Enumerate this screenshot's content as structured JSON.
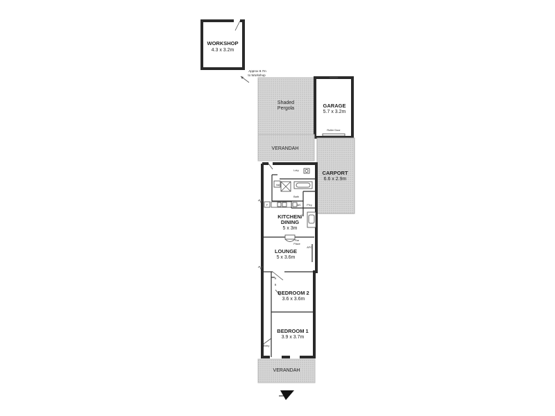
{
  "rooms": {
    "workshop": {
      "name": "WORKSHOP",
      "size": "4.3 x 3.2m"
    },
    "shaded_pergola": {
      "line1": "Shaded",
      "line2": "Pergola"
    },
    "garage": {
      "name": "GARAGE",
      "size": "5.7 x 3.2m"
    },
    "verandah_rear": {
      "name": "VERANDAH"
    },
    "carport": {
      "name": "CARPORT",
      "size": "6.6 x 2.9m"
    },
    "kitchen": {
      "line1": "KITCHEN/",
      "line2": "DINING",
      "size": "5 x 3m"
    },
    "lounge": {
      "name": "LOUNGE",
      "size": "5 x 3.6m"
    },
    "bedroom2": {
      "name": "BEDROOM 2",
      "size": "3.6 x 3.6m"
    },
    "bedroom1": {
      "name": "BEDROOM 1",
      "size": "3.9 x 3.7m"
    },
    "verandah_front": {
      "name": "VERANDAH"
    }
  },
  "small_labels": {
    "ldry": "Ldry",
    "bath": "Bath",
    "wc": "WC",
    "ptry": "P'try",
    "fire_place_1": "Fire",
    "fire_place_2": "Place",
    "afc": "AFC",
    "entry": "Entry",
    "roller_door": "Roller Door",
    "fridge": "F",
    "robe_r": "R",
    "robe_b": "B"
  },
  "annotation": {
    "line1": "Approx 8.7m",
    "line2": "to Workshop"
  }
}
